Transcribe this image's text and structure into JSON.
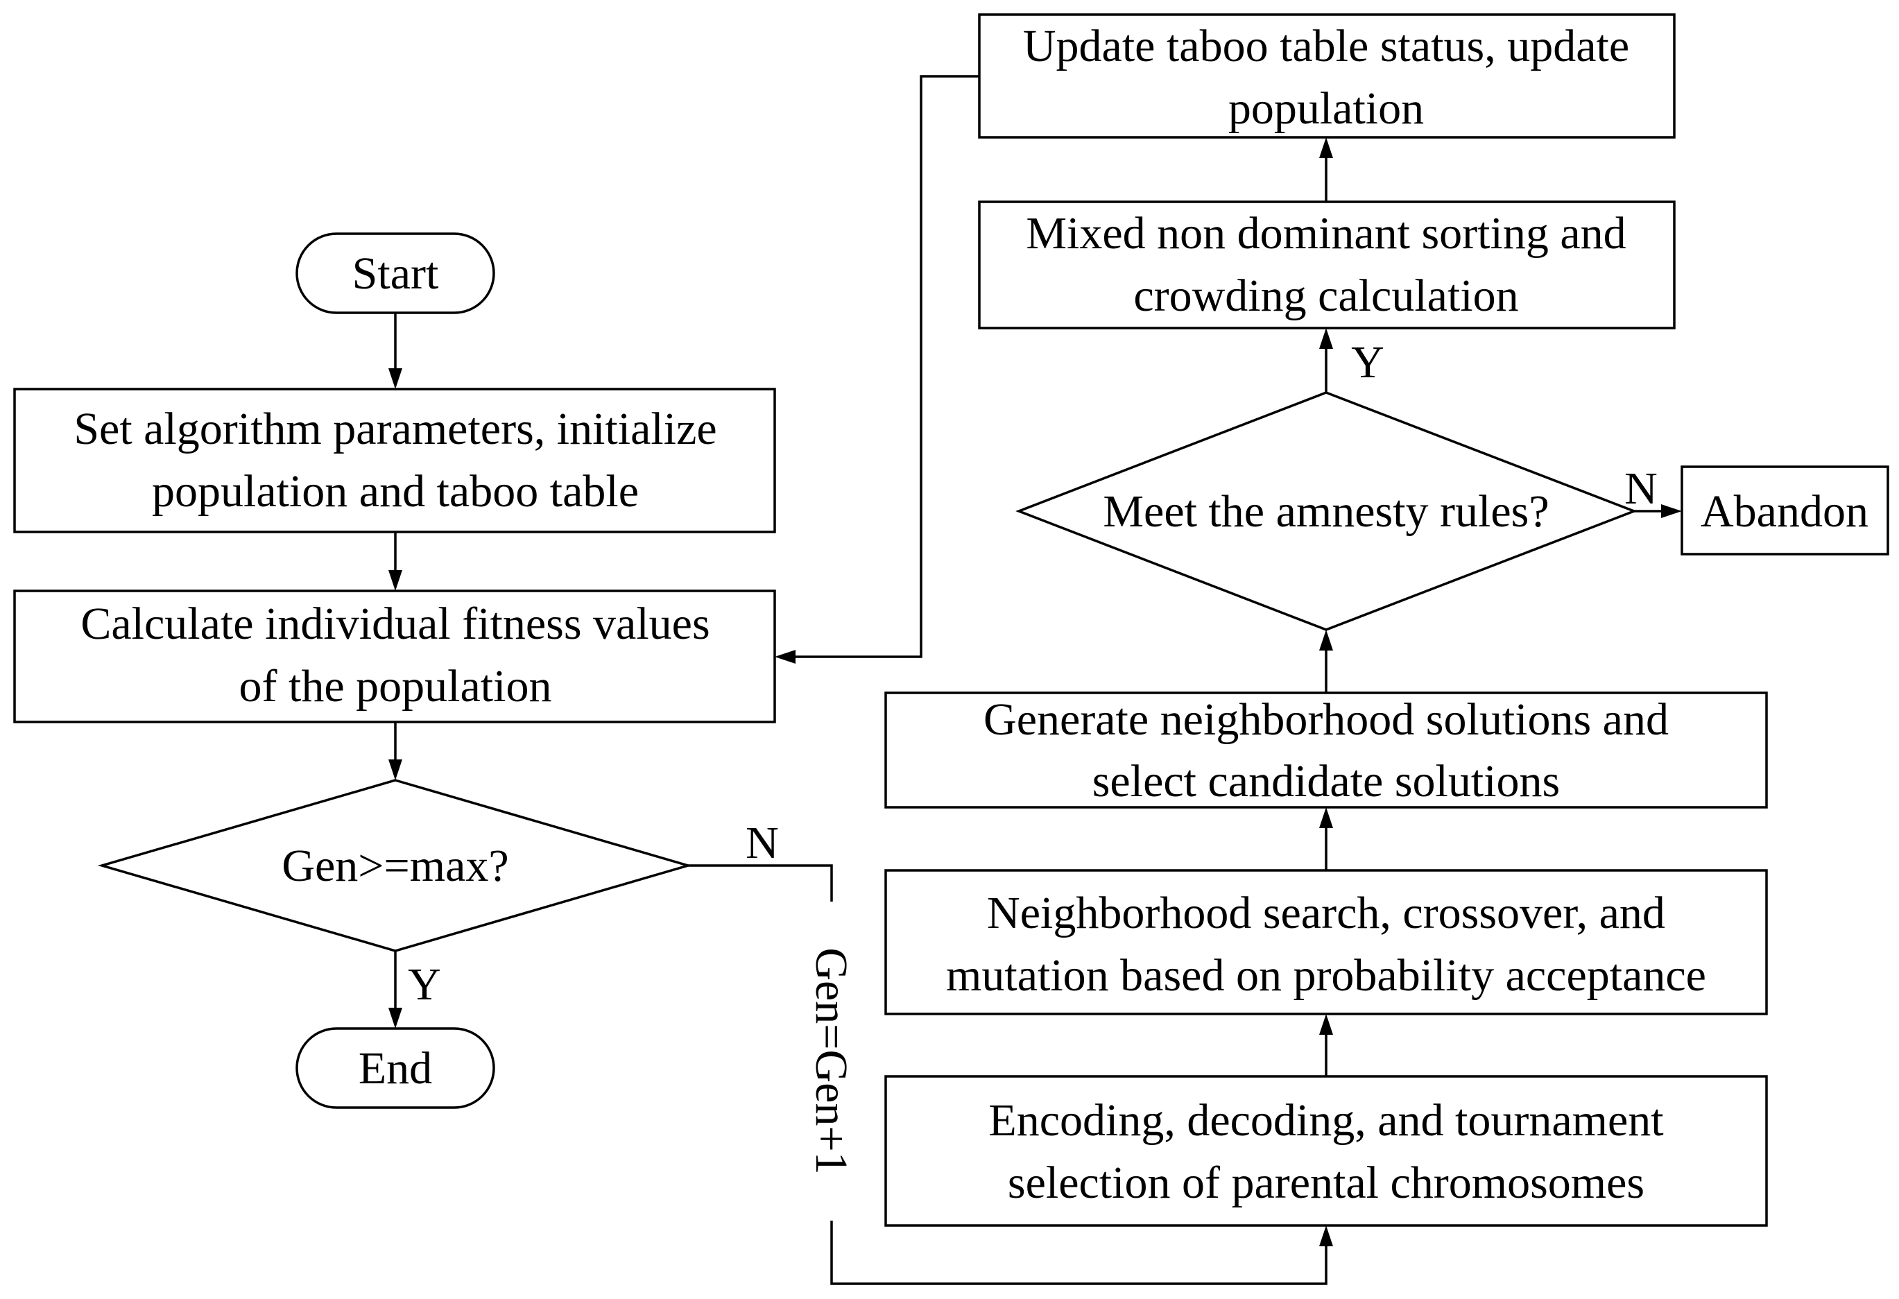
{
  "flowchart": {
    "start": "Start",
    "init": [
      "Set algorithm parameters, initialize",
      "population and taboo table"
    ],
    "fitness": [
      "Calculate individual fitness values",
      "of the population"
    ],
    "gen_check": "Gen>=max?",
    "gen_check_yes": "Y",
    "gen_check_no": "N",
    "end": "End",
    "increment": "Gen=Gen+1",
    "encoding": [
      "Encoding, decoding, and tournament",
      "selection of parental chromosomes"
    ],
    "neighborhood_search": [
      "Neighborhood search, crossover, and",
      "mutation based on probability acceptance"
    ],
    "generate_neighborhood": [
      "Generate neighborhood solutions and",
      "select candidate solutions"
    ],
    "amnesty_check": "Meet the amnesty rules?",
    "amnesty_yes": "Y",
    "amnesty_no": "N",
    "abandon": "Abandon",
    "sorting": [
      "Mixed non dominant sorting and",
      "crowding calculation"
    ],
    "update": [
      "Update taboo table status, update",
      "population"
    ]
  }
}
